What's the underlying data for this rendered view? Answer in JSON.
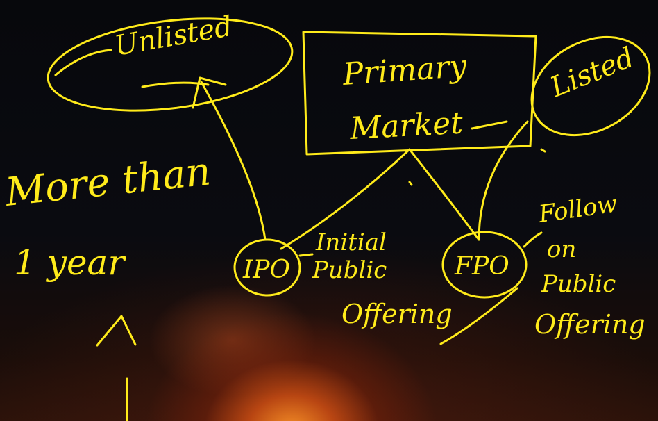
{
  "diagram": {
    "center": [
      "Primary",
      "Market"
    ],
    "left_outcome": "Unlisted",
    "right_outcome": "Listed",
    "left_node": "IPO",
    "left_node_expansion": [
      "Initial",
      "Public",
      "Offering"
    ],
    "right_node": "FPO",
    "right_node_expansion": [
      "Follow",
      "on",
      "Public",
      "Offering"
    ],
    "side_note": [
      "More than",
      "1 year"
    ]
  },
  "ink_color": "#ffeb1a"
}
